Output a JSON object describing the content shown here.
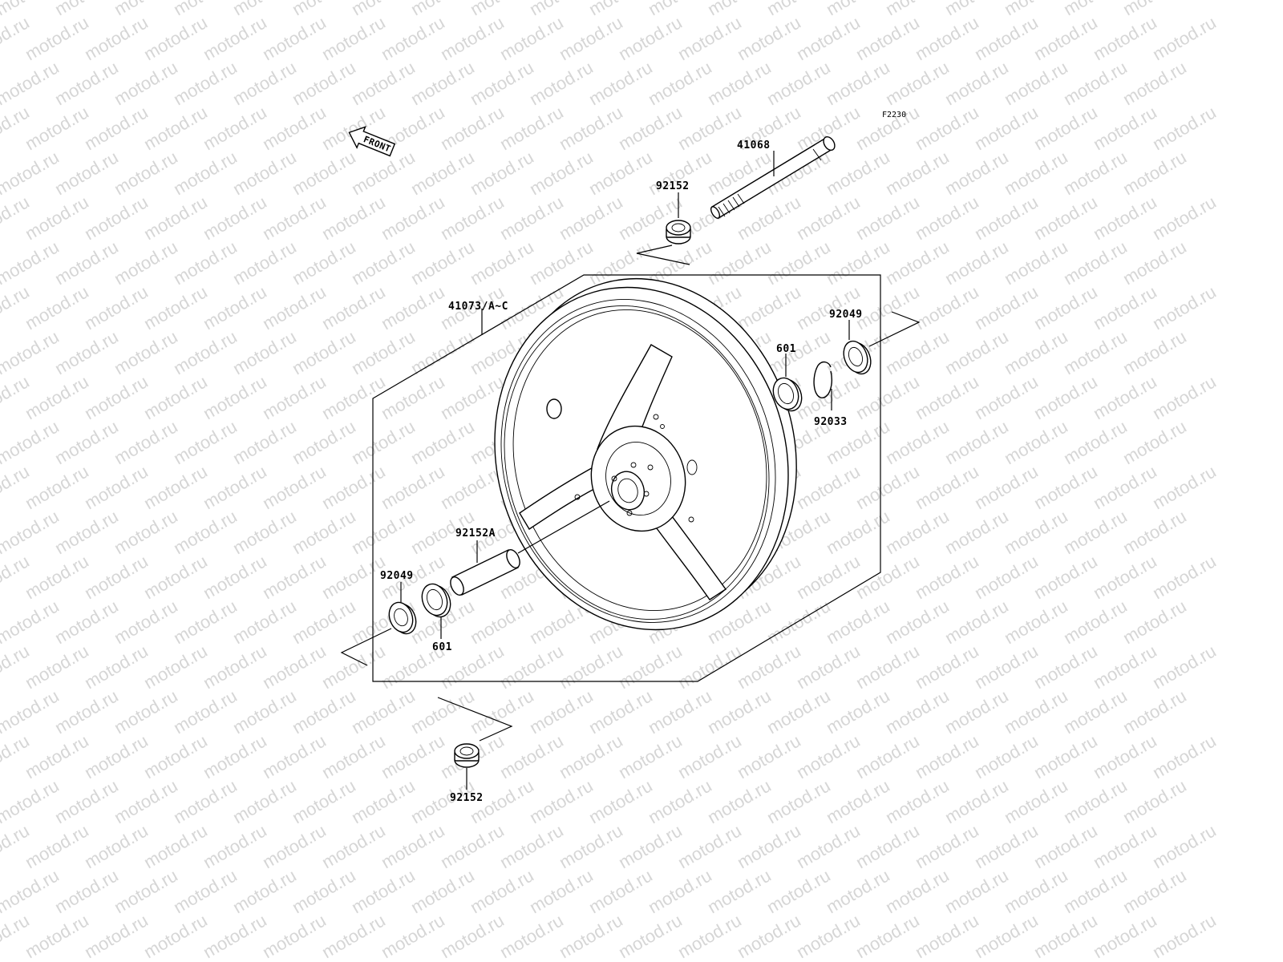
{
  "diagram": {
    "code": "F2230",
    "front_label": "FRONT",
    "watermark": "motod.ru",
    "labels": {
      "axle": "41068",
      "collar_top": "92152",
      "wheel": "41073/A~C",
      "seal_right": "92049",
      "bearing_right": "601",
      "circlip": "92033",
      "spacer": "92152A",
      "seal_left": "92049",
      "bearing_left": "601",
      "collar_bottom": "92152"
    }
  }
}
